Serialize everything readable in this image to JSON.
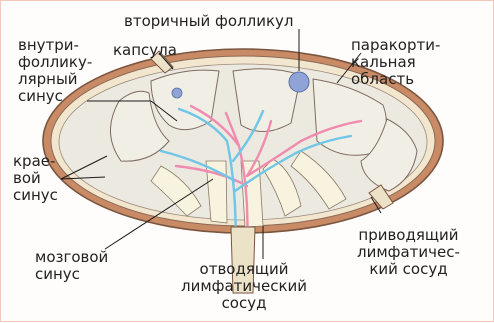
{
  "labels": {
    "secondary_follicle": "вторичный фолликул",
    "intrafollicular_sinus": "внутри-\nфоллику-\nлярный\nсинус",
    "capsule": "капсула",
    "paracortical_area": "паракорти-\nкальная\nобласть",
    "marginal_sinus": "крае-\nвой\nсинус",
    "medullary_sinus": "мозговой\nсинус",
    "efferent_lymph_vessel": "отводящий\nлимфатический\nсосуд",
    "afferent_lymph_vessel": "приводящий\nлимфатичес-\nкий сосуд"
  },
  "colors": {
    "capsule": "#c98a66",
    "capsule_outline": "#7a5540",
    "subcapsular_sinus": "#f3e6cf",
    "cortex": "#ece9e0",
    "medulla_strand": "#f7f3df",
    "follicle": "#8fa3d6",
    "artery": "#f08bb0",
    "vein": "#6fc6e6",
    "leader_line": "#1a1a1a",
    "border": "#f2c8b8"
  }
}
